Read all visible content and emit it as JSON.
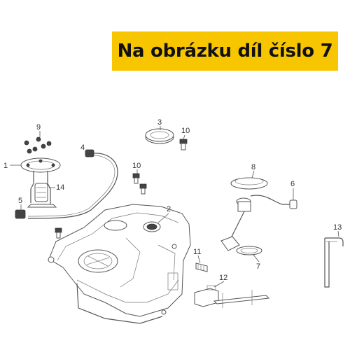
{
  "banner": {
    "text": "Na obrázku díl číslo 7",
    "color": "#f7c600"
  },
  "parts": [
    {
      "id": "p1",
      "label": "1"
    },
    {
      "id": "p2",
      "label": "2"
    },
    {
      "id": "p3",
      "label": "3"
    },
    {
      "id": "p4",
      "label": "4"
    },
    {
      "id": "p5",
      "label": "5"
    },
    {
      "id": "p6",
      "label": "6"
    },
    {
      "id": "p7",
      "label": "7"
    },
    {
      "id": "p8",
      "label": "8"
    },
    {
      "id": "p9",
      "label": "9"
    },
    {
      "id": "p10a",
      "label": "10"
    },
    {
      "id": "p10b",
      "label": "10"
    },
    {
      "id": "p11",
      "label": "11"
    },
    {
      "id": "p12",
      "label": "12"
    },
    {
      "id": "p13",
      "label": "13"
    },
    {
      "id": "p14",
      "label": "14"
    }
  ]
}
